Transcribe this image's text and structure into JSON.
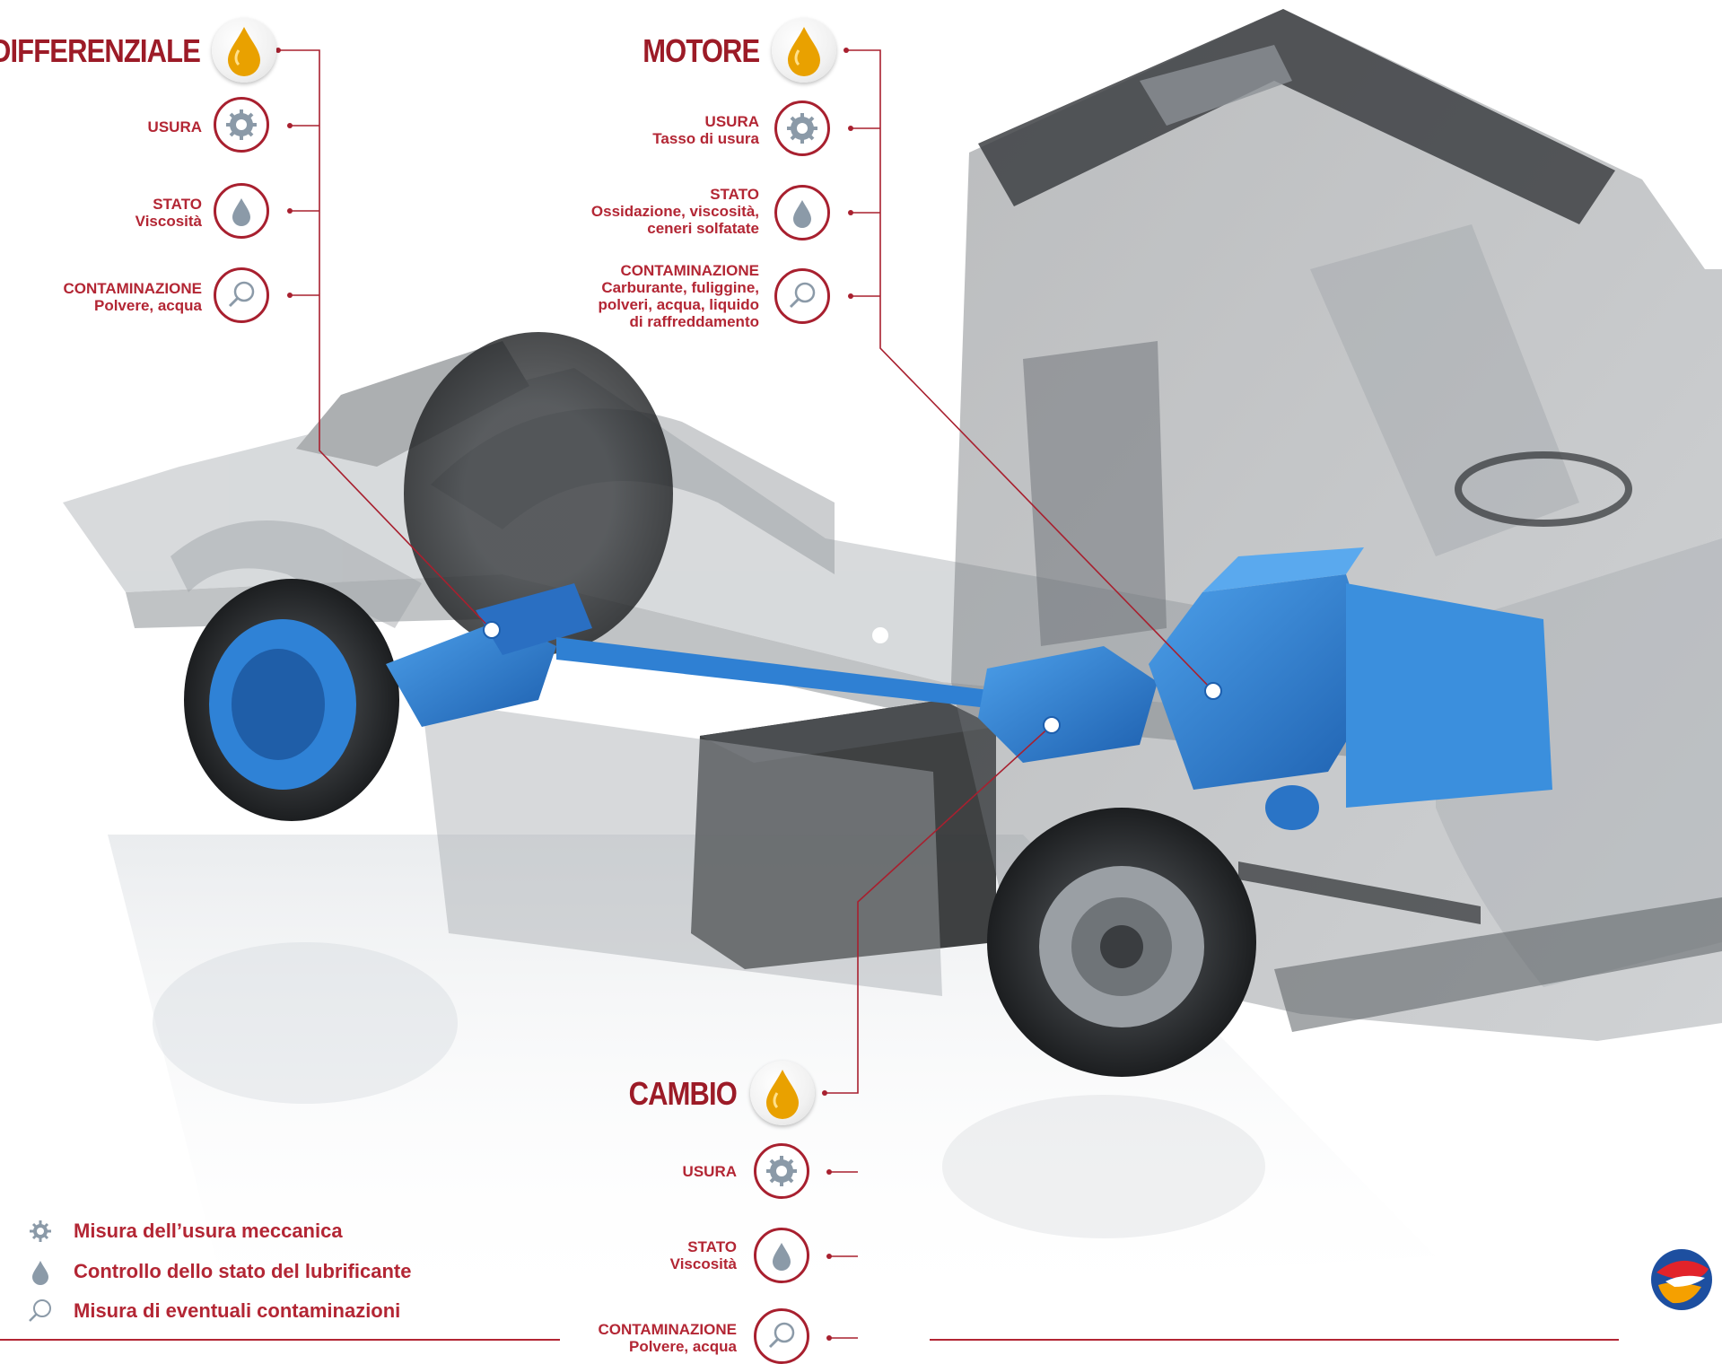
{
  "differenziale": {
    "title": "DIFFERENZIALE",
    "usura": {
      "heading": "USURA",
      "detail": ""
    },
    "stato": {
      "heading": "STATO",
      "detail": "Viscosità"
    },
    "contaminazione": {
      "heading": "CONTAMINAZIONE",
      "detail": "Polvere, acqua"
    }
  },
  "motore": {
    "title": "MOTORE",
    "usura": {
      "heading": "USURA",
      "detail": "Tasso di usura"
    },
    "stato": {
      "heading": "STATO",
      "detail": "Ossidazione, viscosità,\nceneri solfatate"
    },
    "contaminazione": {
      "heading": "CONTAMINAZIONE",
      "detail": "Carburante, fuliggine,\npolveri, acqua, liquido\ndi raffreddamento"
    }
  },
  "cambio": {
    "title": "CAMBIO",
    "usura": {
      "heading": "USURA",
      "detail": ""
    },
    "stato": {
      "heading": "STATO",
      "detail": "Viscosità"
    },
    "contaminazione": {
      "heading": "CONTAMINAZIONE",
      "detail": "Polvere, acqua"
    }
  },
  "legend": [
    {
      "icon": "gear-icon",
      "text": "Misura dell’usura meccanica"
    },
    {
      "icon": "drop-icon",
      "text": "Controllo dello stato del lubrificante"
    },
    {
      "icon": "magnifier-icon",
      "text": "Misura di eventuali contaminazioni"
    }
  ],
  "colors": {
    "accent": "#b32634",
    "title": "#9c1b27",
    "drivetrain_blue": "#2f7fd0",
    "oil_gold": "#e9a100",
    "icon_grey": "#8b9aa8"
  }
}
